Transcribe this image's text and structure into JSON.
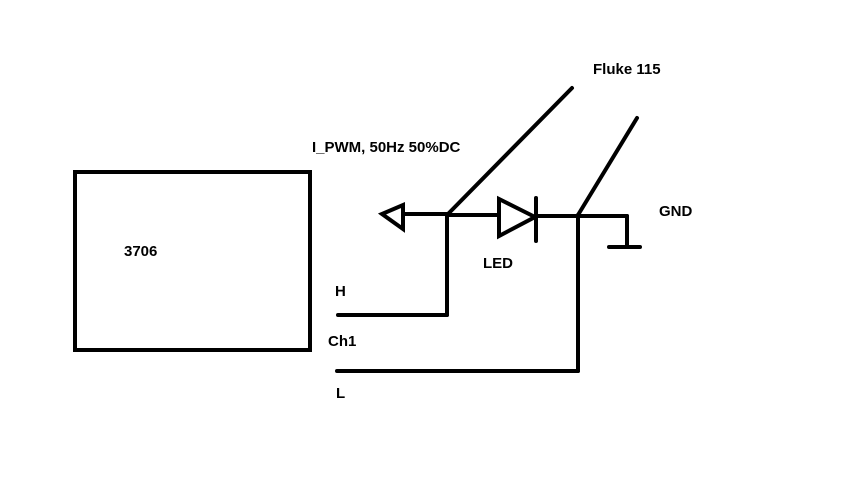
{
  "labels": {
    "device": "3706",
    "signal": "I_PWM, 50Hz 50%DC",
    "meter": "Fluke 115",
    "ground": "GND",
    "led": "LED",
    "high": "H",
    "channel": "Ch1",
    "low": "L"
  },
  "colors": {
    "ink": "#000000",
    "background": "#ffffff"
  }
}
